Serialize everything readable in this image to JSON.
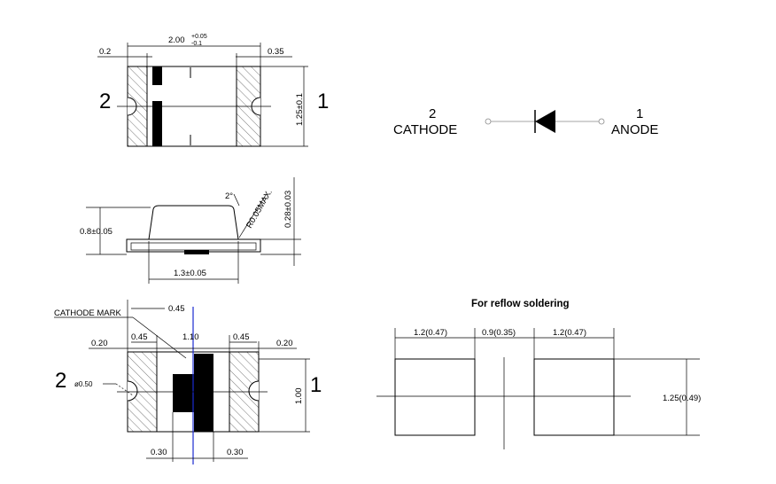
{
  "top_view": {
    "dim_total": "2.00",
    "dim_total_tol_plus": "+0.05",
    "dim_total_tol_minus": "-0.1",
    "dim_left_pad": "0.2",
    "dim_right_pad": "0.35",
    "dim_height": "1.25±0.1",
    "pin_left": "2",
    "pin_right": "1"
  },
  "side_view": {
    "dim_height": "0.8±0.05",
    "dim_thickness": "0.28±0.03",
    "dim_width": "1.3±0.05",
    "dim_angle": "2°",
    "dim_radius": "R0.05MAX."
  },
  "bottom_view": {
    "cathode_mark_label": "CATHODE  MARK",
    "dim_mark_offset": "0.45",
    "dim_left_pad": "0.20",
    "dim_left_gap": "0.45",
    "dim_center": "1.10",
    "dim_right_gap": "0.45",
    "dim_right_pad": "0.20",
    "dim_hole": "ø0.50",
    "dim_height": "1.00",
    "dim_bottom_left": "0.30",
    "dim_bottom_right": "0.30",
    "pin_left": "2",
    "pin_right": "1"
  },
  "symbol": {
    "cathode_num": "2",
    "cathode_label": "CATHODE",
    "anode_num": "1",
    "anode_label": "ANODE"
  },
  "reflow": {
    "title": "For reflow soldering",
    "dim_pad_left": "1.2(0.47)",
    "dim_gap": "0.9(0.35)",
    "dim_pad_right": "1.2(0.47)",
    "dim_height": "1.25(0.49)"
  }
}
